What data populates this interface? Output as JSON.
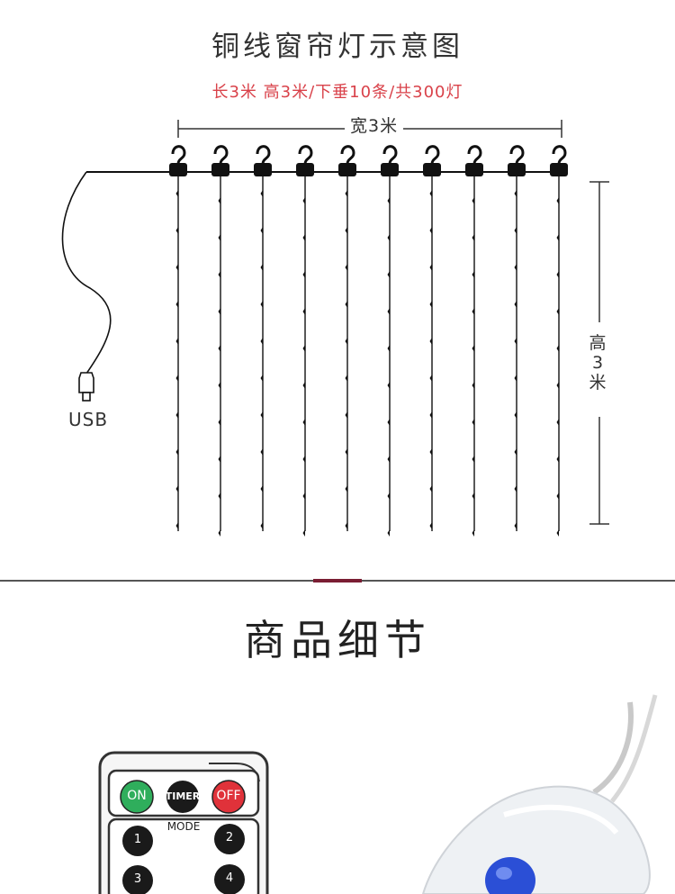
{
  "diagram": {
    "title": "铜线窗帘灯示意图",
    "spec": "长3米 高3米/下垂10条/共300灯",
    "width_label": "宽3米",
    "height_label": "高3米",
    "usb_label": "USB",
    "strand_count": 10,
    "colors": {
      "spec_text": "#d9424a",
      "wire": "#111111",
      "accent": "#7a1d33"
    }
  },
  "details": {
    "title": "商品细节"
  },
  "remote": {
    "on_label": "ON",
    "timer_label": "TIMER",
    "off_label": "OFF",
    "mode_label": "MODE",
    "keys": [
      "1",
      "2",
      "3",
      "4"
    ],
    "colors": {
      "on": "#2fae5c",
      "off": "#e0323a",
      "key": "#1a1a1a"
    }
  },
  "controller": {
    "icon": "led-controller-box",
    "button_color": "#2b4fd6"
  }
}
